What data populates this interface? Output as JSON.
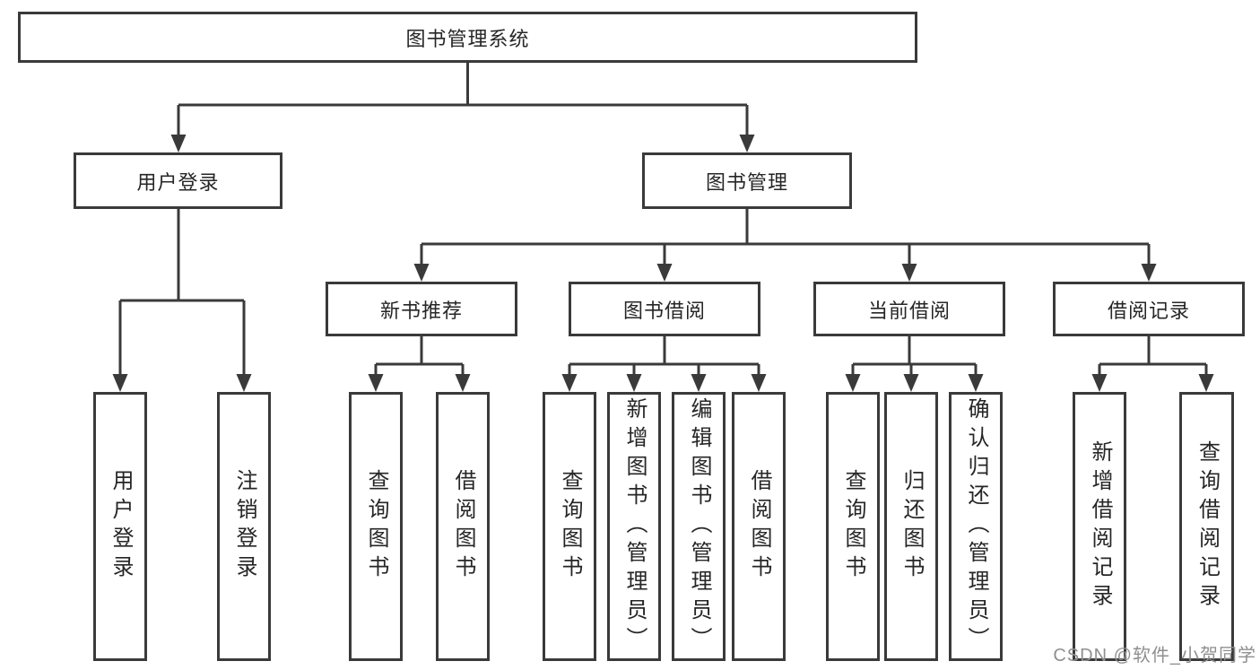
{
  "style": {
    "line_color": "#3a3a3a",
    "text_color": "#262626",
    "box_background": "#ffffff",
    "page_background": "#ffffff",
    "watermark_color": "#8f8f8f"
  },
  "diagram": {
    "root": {
      "label": "图书管理系统"
    },
    "branches": {
      "user_login": {
        "label": "用户登录",
        "children": [
          {
            "label": "用户登录"
          },
          {
            "label": "注销登录"
          }
        ]
      },
      "book_management": {
        "label": "图书管理",
        "groups": [
          {
            "label": "新书推荐",
            "children": [
              {
                "label": "查询图书"
              },
              {
                "label": "借阅图书"
              }
            ]
          },
          {
            "label": "图书借阅",
            "children": [
              {
                "label": "查询图书"
              },
              {
                "label": "新增图书（管理员）"
              },
              {
                "label": "编辑图书（管理员）"
              },
              {
                "label": "借阅图书"
              }
            ]
          },
          {
            "label": "当前借阅",
            "children": [
              {
                "label": "查询图书"
              },
              {
                "label": "归还图书"
              },
              {
                "label": "确认归还（管理员）"
              }
            ]
          },
          {
            "label": "借阅记录",
            "children": [
              {
                "label": "新增借阅记录"
              },
              {
                "label": "查询借阅记录"
              }
            ]
          }
        ]
      }
    }
  },
  "watermark": {
    "text": "CSDN @软件_小贺同学"
  }
}
